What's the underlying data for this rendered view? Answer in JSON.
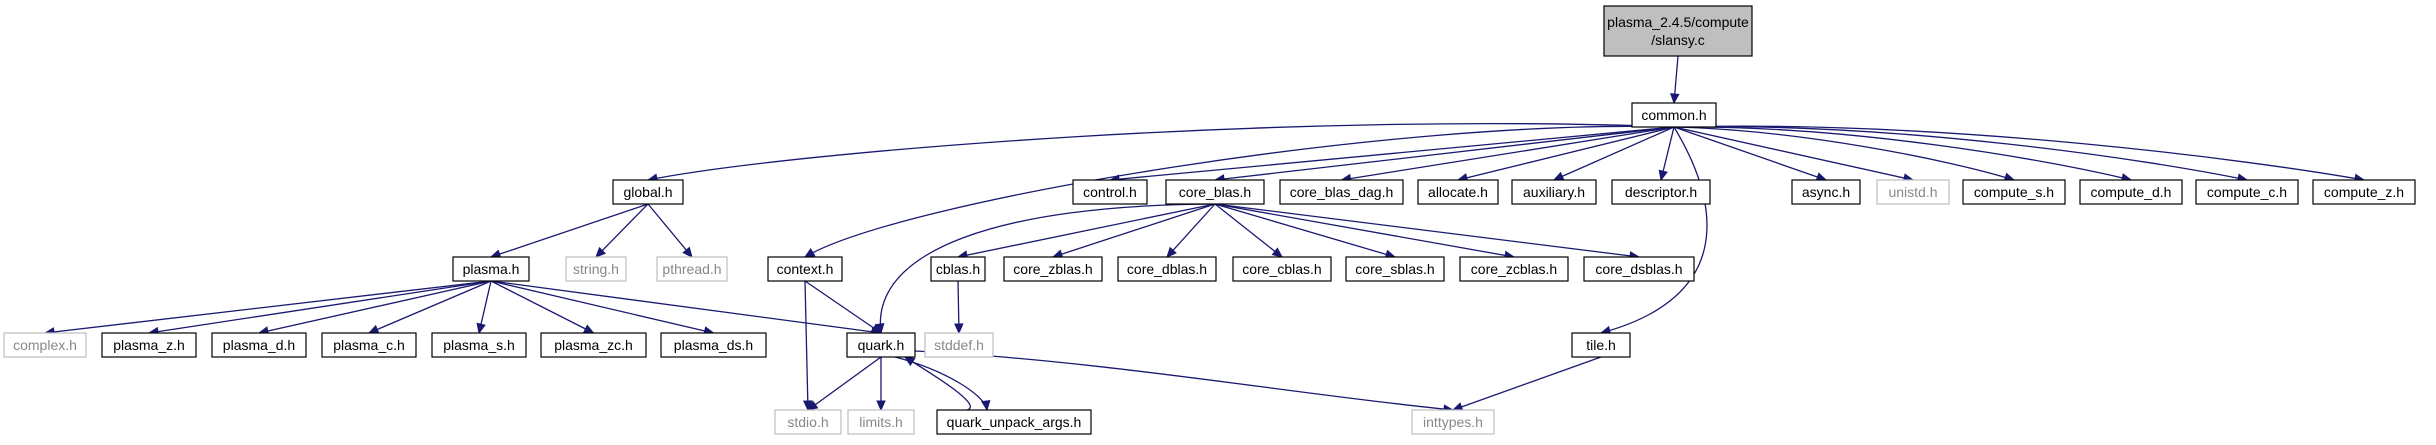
{
  "graph": {
    "title": "plasma_2.4.5/compute/slansy.c",
    "colors": {
      "edge": "#191970",
      "root_fill": "#bfbfbf",
      "node_border": "#000000",
      "external_border": "#bfbfbf",
      "external_text": "#888888"
    },
    "nodes": [
      {
        "id": "root",
        "lines": [
          "plasma_2.4.5/compute",
          "/slansy.c"
        ],
        "kind": "root"
      },
      {
        "id": "common",
        "lines": [
          "common.h"
        ],
        "kind": "local"
      },
      {
        "id": "global",
        "lines": [
          "global.h"
        ],
        "kind": "local"
      },
      {
        "id": "control",
        "lines": [
          "control.h"
        ],
        "kind": "local"
      },
      {
        "id": "core_blas",
        "lines": [
          "core_blas.h"
        ],
        "kind": "local"
      },
      {
        "id": "core_blas_dag",
        "lines": [
          "core_blas_dag.h"
        ],
        "kind": "local"
      },
      {
        "id": "allocate",
        "lines": [
          "allocate.h"
        ],
        "kind": "local"
      },
      {
        "id": "auxiliary",
        "lines": [
          "auxiliary.h"
        ],
        "kind": "local"
      },
      {
        "id": "descriptor",
        "lines": [
          "descriptor.h"
        ],
        "kind": "local"
      },
      {
        "id": "async",
        "lines": [
          "async.h"
        ],
        "kind": "local"
      },
      {
        "id": "unistd",
        "lines": [
          "unistd.h"
        ],
        "kind": "external"
      },
      {
        "id": "compute_s",
        "lines": [
          "compute_s.h"
        ],
        "kind": "local"
      },
      {
        "id": "compute_d",
        "lines": [
          "compute_d.h"
        ],
        "kind": "local"
      },
      {
        "id": "compute_c",
        "lines": [
          "compute_c.h"
        ],
        "kind": "local"
      },
      {
        "id": "compute_z",
        "lines": [
          "compute_z.h"
        ],
        "kind": "local"
      },
      {
        "id": "plasma",
        "lines": [
          "plasma.h"
        ],
        "kind": "local"
      },
      {
        "id": "string",
        "lines": [
          "string.h"
        ],
        "kind": "external"
      },
      {
        "id": "pthread",
        "lines": [
          "pthread.h"
        ],
        "kind": "external"
      },
      {
        "id": "context",
        "lines": [
          "context.h"
        ],
        "kind": "local"
      },
      {
        "id": "cblas",
        "lines": [
          "cblas.h"
        ],
        "kind": "local"
      },
      {
        "id": "core_zblas",
        "lines": [
          "core_zblas.h"
        ],
        "kind": "local"
      },
      {
        "id": "core_dblas",
        "lines": [
          "core_dblas.h"
        ],
        "kind": "local"
      },
      {
        "id": "core_cblas",
        "lines": [
          "core_cblas.h"
        ],
        "kind": "local"
      },
      {
        "id": "core_sblas",
        "lines": [
          "core_sblas.h"
        ],
        "kind": "local"
      },
      {
        "id": "core_zcblas",
        "lines": [
          "core_zcblas.h"
        ],
        "kind": "local"
      },
      {
        "id": "core_dsblas",
        "lines": [
          "core_dsblas.h"
        ],
        "kind": "local"
      },
      {
        "id": "complex",
        "lines": [
          "complex.h"
        ],
        "kind": "external"
      },
      {
        "id": "plasma_z",
        "lines": [
          "plasma_z.h"
        ],
        "kind": "local"
      },
      {
        "id": "plasma_d",
        "lines": [
          "plasma_d.h"
        ],
        "kind": "local"
      },
      {
        "id": "plasma_c",
        "lines": [
          "plasma_c.h"
        ],
        "kind": "local"
      },
      {
        "id": "plasma_s",
        "lines": [
          "plasma_s.h"
        ],
        "kind": "local"
      },
      {
        "id": "plasma_zc",
        "lines": [
          "plasma_zc.h"
        ],
        "kind": "local"
      },
      {
        "id": "plasma_ds",
        "lines": [
          "plasma_ds.h"
        ],
        "kind": "local"
      },
      {
        "id": "quark",
        "lines": [
          "quark.h"
        ],
        "kind": "local"
      },
      {
        "id": "stddef",
        "lines": [
          "stddef.h"
        ],
        "kind": "external"
      },
      {
        "id": "tile",
        "lines": [
          "tile.h"
        ],
        "kind": "local"
      },
      {
        "id": "stdio",
        "lines": [
          "stdio.h"
        ],
        "kind": "external"
      },
      {
        "id": "limits",
        "lines": [
          "limits.h"
        ],
        "kind": "external"
      },
      {
        "id": "quark_unpack_args",
        "lines": [
          "quark_unpack_args.h"
        ],
        "kind": "local"
      },
      {
        "id": "inttypes",
        "lines": [
          "inttypes.h"
        ],
        "kind": "external"
      }
    ],
    "edges": [
      [
        "root",
        "common"
      ],
      [
        "common",
        "global"
      ],
      [
        "common",
        "control"
      ],
      [
        "common",
        "core_blas"
      ],
      [
        "common",
        "core_blas_dag"
      ],
      [
        "common",
        "allocate"
      ],
      [
        "common",
        "auxiliary"
      ],
      [
        "common",
        "descriptor"
      ],
      [
        "common",
        "async"
      ],
      [
        "common",
        "unistd"
      ],
      [
        "common",
        "compute_s"
      ],
      [
        "common",
        "compute_d"
      ],
      [
        "common",
        "compute_c"
      ],
      [
        "common",
        "compute_z"
      ],
      [
        "common",
        "context"
      ],
      [
        "common",
        "tile"
      ],
      [
        "global",
        "plasma"
      ],
      [
        "global",
        "string"
      ],
      [
        "global",
        "pthread"
      ],
      [
        "plasma",
        "complex"
      ],
      [
        "plasma",
        "plasma_z"
      ],
      [
        "plasma",
        "plasma_d"
      ],
      [
        "plasma",
        "plasma_c"
      ],
      [
        "plasma",
        "plasma_s"
      ],
      [
        "plasma",
        "plasma_zc"
      ],
      [
        "plasma",
        "plasma_ds"
      ],
      [
        "plasma",
        "quark"
      ],
      [
        "core_blas",
        "cblas"
      ],
      [
        "core_blas",
        "core_zblas"
      ],
      [
        "core_blas",
        "core_dblas"
      ],
      [
        "core_blas",
        "core_cblas"
      ],
      [
        "core_blas",
        "core_sblas"
      ],
      [
        "core_blas",
        "core_zcblas"
      ],
      [
        "core_blas",
        "core_dsblas"
      ],
      [
        "core_blas",
        "quark"
      ],
      [
        "cblas",
        "stddef"
      ],
      [
        "context",
        "quark"
      ],
      [
        "context",
        "stdio"
      ],
      [
        "quark",
        "stdio"
      ],
      [
        "quark",
        "limits"
      ],
      [
        "quark",
        "quark_unpack_args"
      ],
      [
        "quark",
        "inttypes"
      ],
      [
        "quark_unpack_args",
        "quark"
      ],
      [
        "tile",
        "inttypes"
      ]
    ]
  }
}
